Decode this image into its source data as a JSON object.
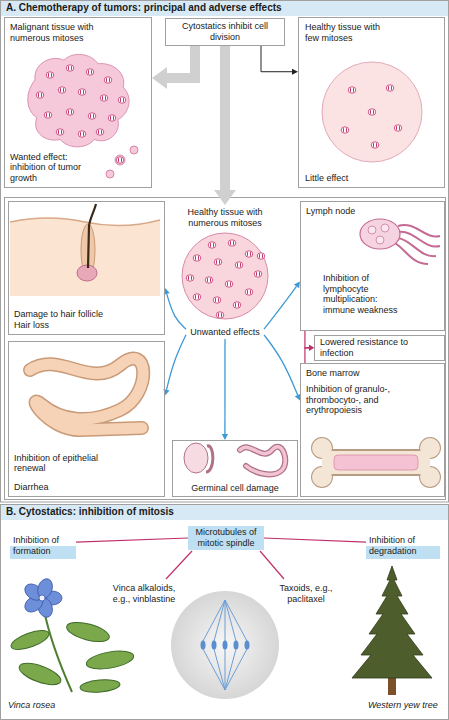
{
  "diagram": {
    "nodes": [
      {
        "text": [
          "Malignant tissue with numerous mitoses",
          "Wanted effect: inhibition of tumor growth"
        ]
      },
      {
        "text": [
          "Cytostatics inhibit cell division"
        ]
      },
      {
        "text": [
          "Healthy tissue with few mitoses",
          "Little effect"
        ]
      },
      {
        "text": [
          "Healthy tissue with numerous mitoses"
        ]
      },
      {
        "text": [
          "Damage to hair follicle",
          "Hair loss"
        ]
      },
      {
        "text": [
          "Lymph node",
          "Inhibition of lymphocyte multiplication: immune weakness"
        ]
      },
      {
        "text": [
          "Unwanted effects"
        ]
      },
      {
        "text": [
          "Lowered resistance to infection"
        ]
      },
      {
        "text": [
          "Inhibition of epithelial renewal",
          "Diarrhea"
        ]
      },
      {
        "text": [
          "Bone marrow",
          "Inhibition of granulo-, thrombocyto-, and erythropoiesis"
        ]
      },
      {
        "text": [
          "Germinal cell damage"
        ]
      },
      {
        "text": [
          "Inhibition of formation"
        ]
      },
      {
        "text": [
          "Microtubules of mitotic spindle"
        ]
      },
      {
        "text": [
          "Inhibition of degradation"
        ]
      }
    ],
    "edges": [
      {
        "from": 1,
        "to": 0,
        "arrow": "to"
      },
      {
        "from": 1,
        "to": 2,
        "arrow": "to"
      },
      {
        "from": 1,
        "to": 3,
        "arrow": "to"
      },
      {
        "from": 6,
        "to": 4,
        "arrow": "to"
      },
      {
        "from": 6,
        "to": 5,
        "arrow": "to"
      },
      {
        "from": 6,
        "to": 8,
        "arrow": "to"
      },
      {
        "from": 6,
        "to": 9,
        "arrow": "to"
      },
      {
        "from": 6,
        "to": 10,
        "arrow": "to"
      },
      {
        "from": 5,
        "to": 7,
        "arrow": "to"
      },
      {
        "from": 9,
        "to": 7,
        "arrow": "to"
      },
      {
        "from": 11,
        "to": 12,
        "arrow": "none"
      },
      {
        "from": 13,
        "to": 12,
        "arrow": "none"
      }
    ],
    "labels": [
      "A. Chemotherapy of tumors: principal and adverse effects",
      "B. Cytostatics: inhibition of mitosis",
      "Vinca alkaloids, e.g., vinblastine",
      "Taxoids, e.g., paclitaxel",
      "Vinca rosea",
      "Western yew tree"
    ]
  }
}
